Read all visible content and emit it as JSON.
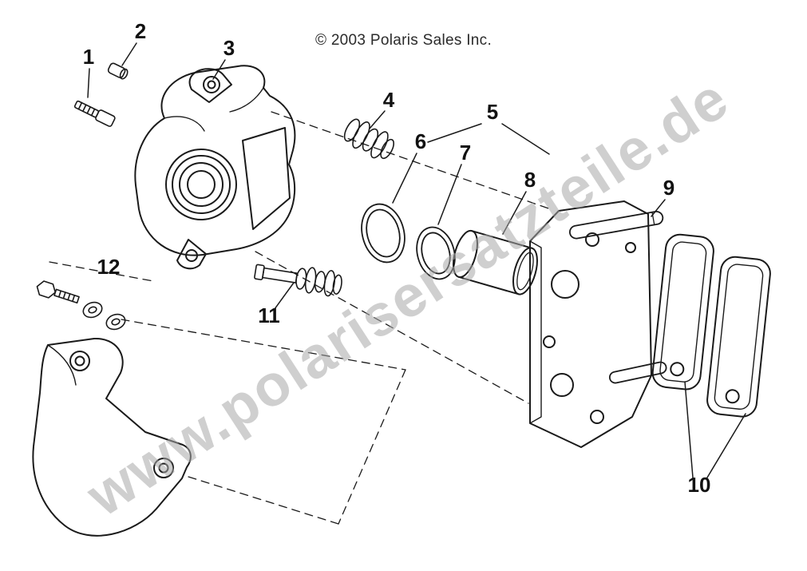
{
  "meta": {
    "copyright": "© 2003 Polaris Sales Inc.",
    "watermark": "www.polarisersatzteile.de"
  },
  "colors": {
    "line": "#1a1a1a",
    "watermark_gray": "#a9a9a9"
  },
  "callouts": [
    {
      "label": "1"
    },
    {
      "label": "2"
    },
    {
      "label": "3"
    },
    {
      "label": "4"
    },
    {
      "label": "5"
    },
    {
      "label": "6"
    },
    {
      "label": "7"
    },
    {
      "label": "8"
    },
    {
      "label": "9"
    },
    {
      "label": "10"
    },
    {
      "label": "11"
    },
    {
      "label": "12"
    }
  ]
}
